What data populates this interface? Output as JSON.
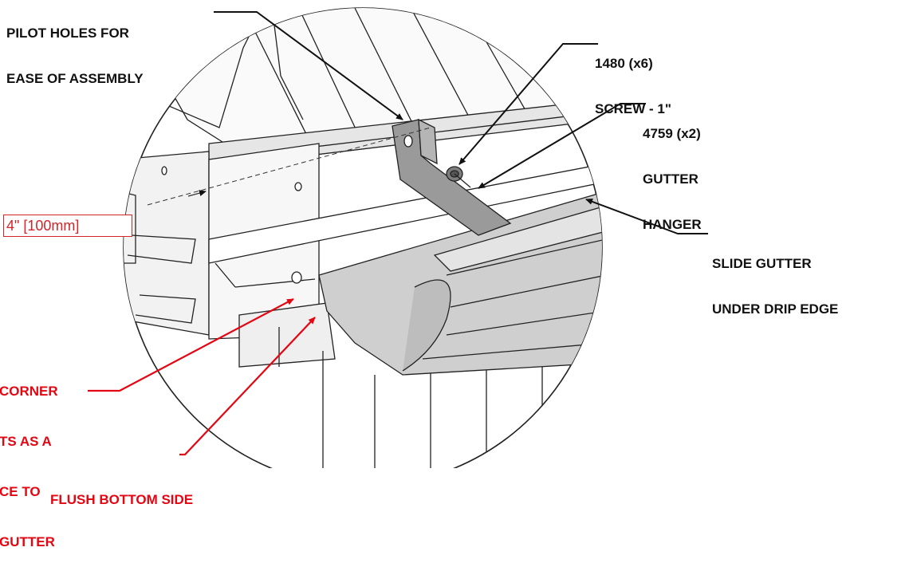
{
  "labels": {
    "pilot_holes": [
      "PILOT HOLES FOR",
      "EASE OF ASSEMBLY"
    ],
    "screw": [
      "1480 (x6)",
      "SCREW - 1\""
    ],
    "hanger": [
      "4759 (x2)",
      "GUTTER",
      "HANGER"
    ],
    "slide_gutter": [
      "SLIDE GUTTER",
      "UNDER DRIP EDGE"
    ],
    "corner": [
      "CORNER",
      "TS AS A",
      "CE TO",
      "GUTTER"
    ],
    "flush": "FLUSH BOTTOM SIDE",
    "dimension": "4\" [100mm]"
  },
  "colors": {
    "line": "#111111",
    "callout_red": "#e30613",
    "dimension_red": "#d0262a",
    "gutter_fill": "#c9c9c9",
    "hanger_fill": "#9a9a9a",
    "wall_fill": "#f2f2f2"
  }
}
